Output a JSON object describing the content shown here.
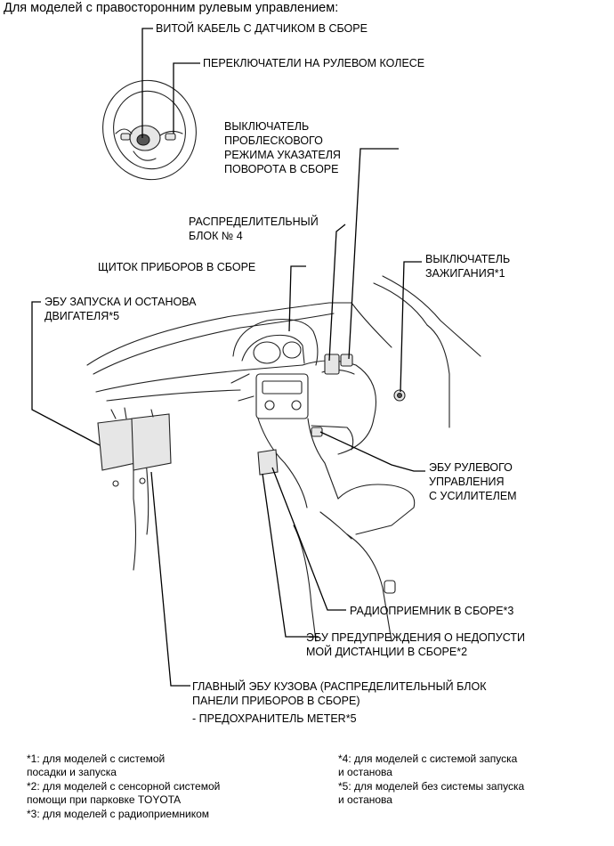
{
  "heading": "Для моделей с правосторонним рулевым управлением:",
  "labels": {
    "spiral_cable": "ВИТОЙ КАБЕЛЬ С ДАТЧИКОМ В СБОРЕ",
    "steering_switches": "ПЕРЕКЛЮЧАТЕЛИ НА РУЛЕВОМ КОЛЕСЕ",
    "hazard_switch": "ВЫКЛЮЧАТЕЛЬ\nПРОБЛЕСКОВОГО\nРЕЖИМА УКАЗАТЕЛЯ\nПОВОРОТА В СБОРЕ",
    "junction_block": "РАСПРЕДЕЛИТЕЛЬНЫЙ\nБЛОК № 4",
    "meter": "ЩИТОК ПРИБОРОВ В СБОРЕ",
    "ignition_switch": "ВЫКЛЮЧАТЕЛЬ\nЗАЖИГАНИЯ*1",
    "engine_ecu": "ЭБУ ЗАПУСКА И ОСТАНОВА\nДВИГАТЕЛЯ*5",
    "eps_ecu": "ЭБУ РУЛЕВОГО\nУПРАВЛЕНИЯ\nС УСИЛИТЕЛЕМ",
    "radio": "РАДИОПРИЕМНИК В СБОРЕ*3",
    "clearance_ecu": "ЭБУ ПРЕДУПРЕЖДЕНИЯ О НЕДОПУСТИ\nМОЙ ДИСТАНЦИИ В СБОРЕ*2",
    "main_body_ecu": "ГЛАВНЫЙ ЭБУ КУЗОВА (РАСПРЕДЕЛИТЕЛЬНЫЙ БЛОК\nПАНЕЛИ ПРИБОРОВ В СБОРЕ)",
    "meter_fuse": "- ПРЕДОХРАНИТЕЛЬ METER*5"
  },
  "notes": {
    "n1": "*1: для моделей с системой\nпосадки и запуска",
    "n2": "*2: для моделей с сенсорной системой\nпомощи при парковке TOYOTA",
    "n3": "*3: для моделей с радиоприемником",
    "n4": "*4: для моделей с системой запуска\nи останова",
    "n5": "*5: для моделей без системы запуска\nи останова"
  }
}
